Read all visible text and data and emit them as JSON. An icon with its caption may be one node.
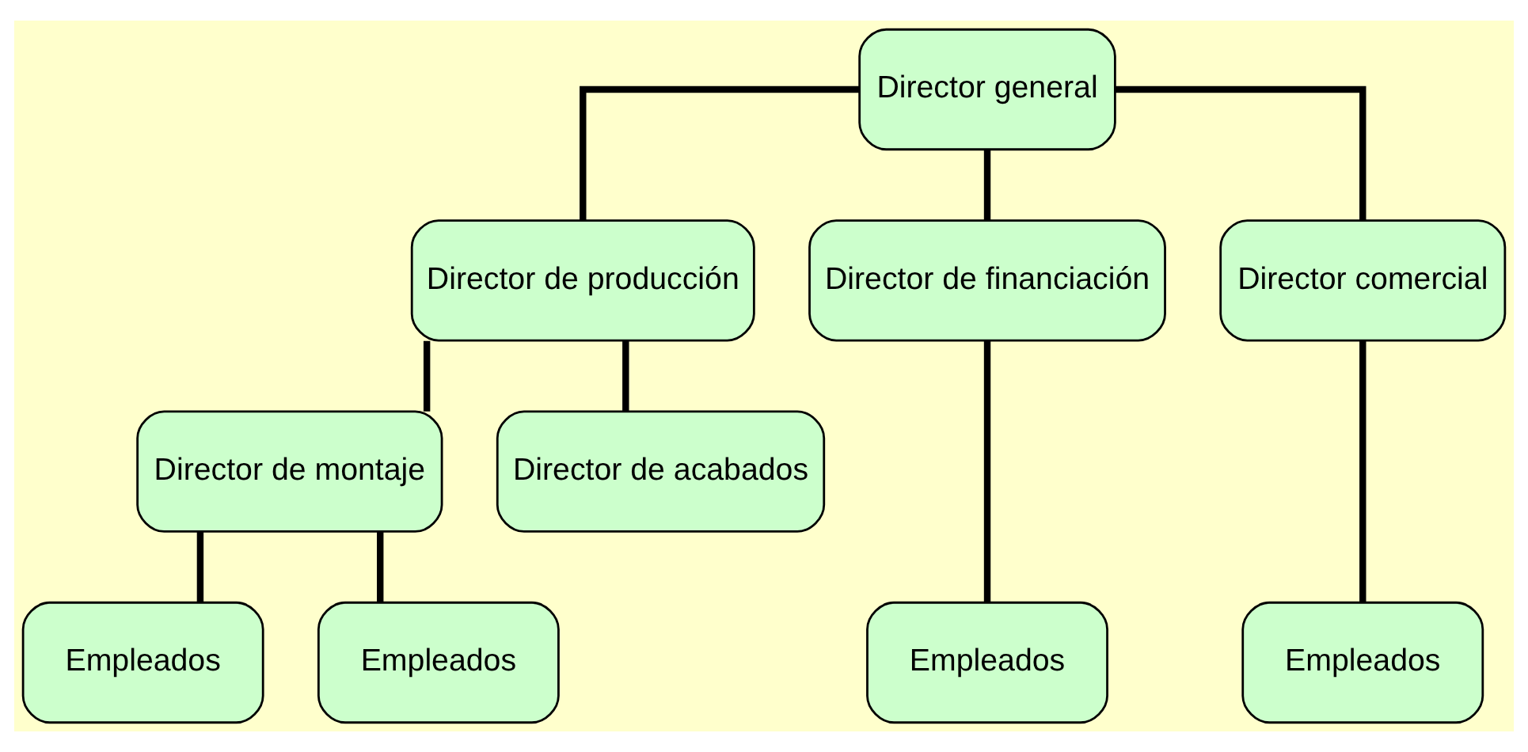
{
  "diagram": {
    "nodes": [
      {
        "text": [
          "Director general"
        ]
      },
      {
        "text": [
          "Director de producción"
        ]
      },
      {
        "text": [
          "Director de financiación"
        ]
      },
      {
        "text": [
          "Director comercial"
        ]
      },
      {
        "text": [
          "Director de montaje"
        ]
      },
      {
        "text": [
          "Director de acabados"
        ]
      },
      {
        "text": [
          "Empleados"
        ]
      },
      {
        "text": [
          "Empleados"
        ]
      },
      {
        "text": [
          "Empleados"
        ]
      },
      {
        "text": [
          "Empleados"
        ]
      }
    ],
    "edges": [
      {
        "from": 0,
        "to": 1,
        "arrow": "none"
      },
      {
        "from": 0,
        "to": 2,
        "arrow": "none"
      },
      {
        "from": 0,
        "to": 3,
        "arrow": "none"
      },
      {
        "from": 1,
        "to": 4,
        "arrow": "none"
      },
      {
        "from": 1,
        "to": 5,
        "arrow": "none"
      },
      {
        "from": 4,
        "to": 6,
        "arrow": "none"
      },
      {
        "from": 4,
        "to": 7,
        "arrow": "none"
      },
      {
        "from": 2,
        "to": 8,
        "arrow": "none"
      },
      {
        "from": 3,
        "to": 9,
        "arrow": "none"
      }
    ]
  }
}
